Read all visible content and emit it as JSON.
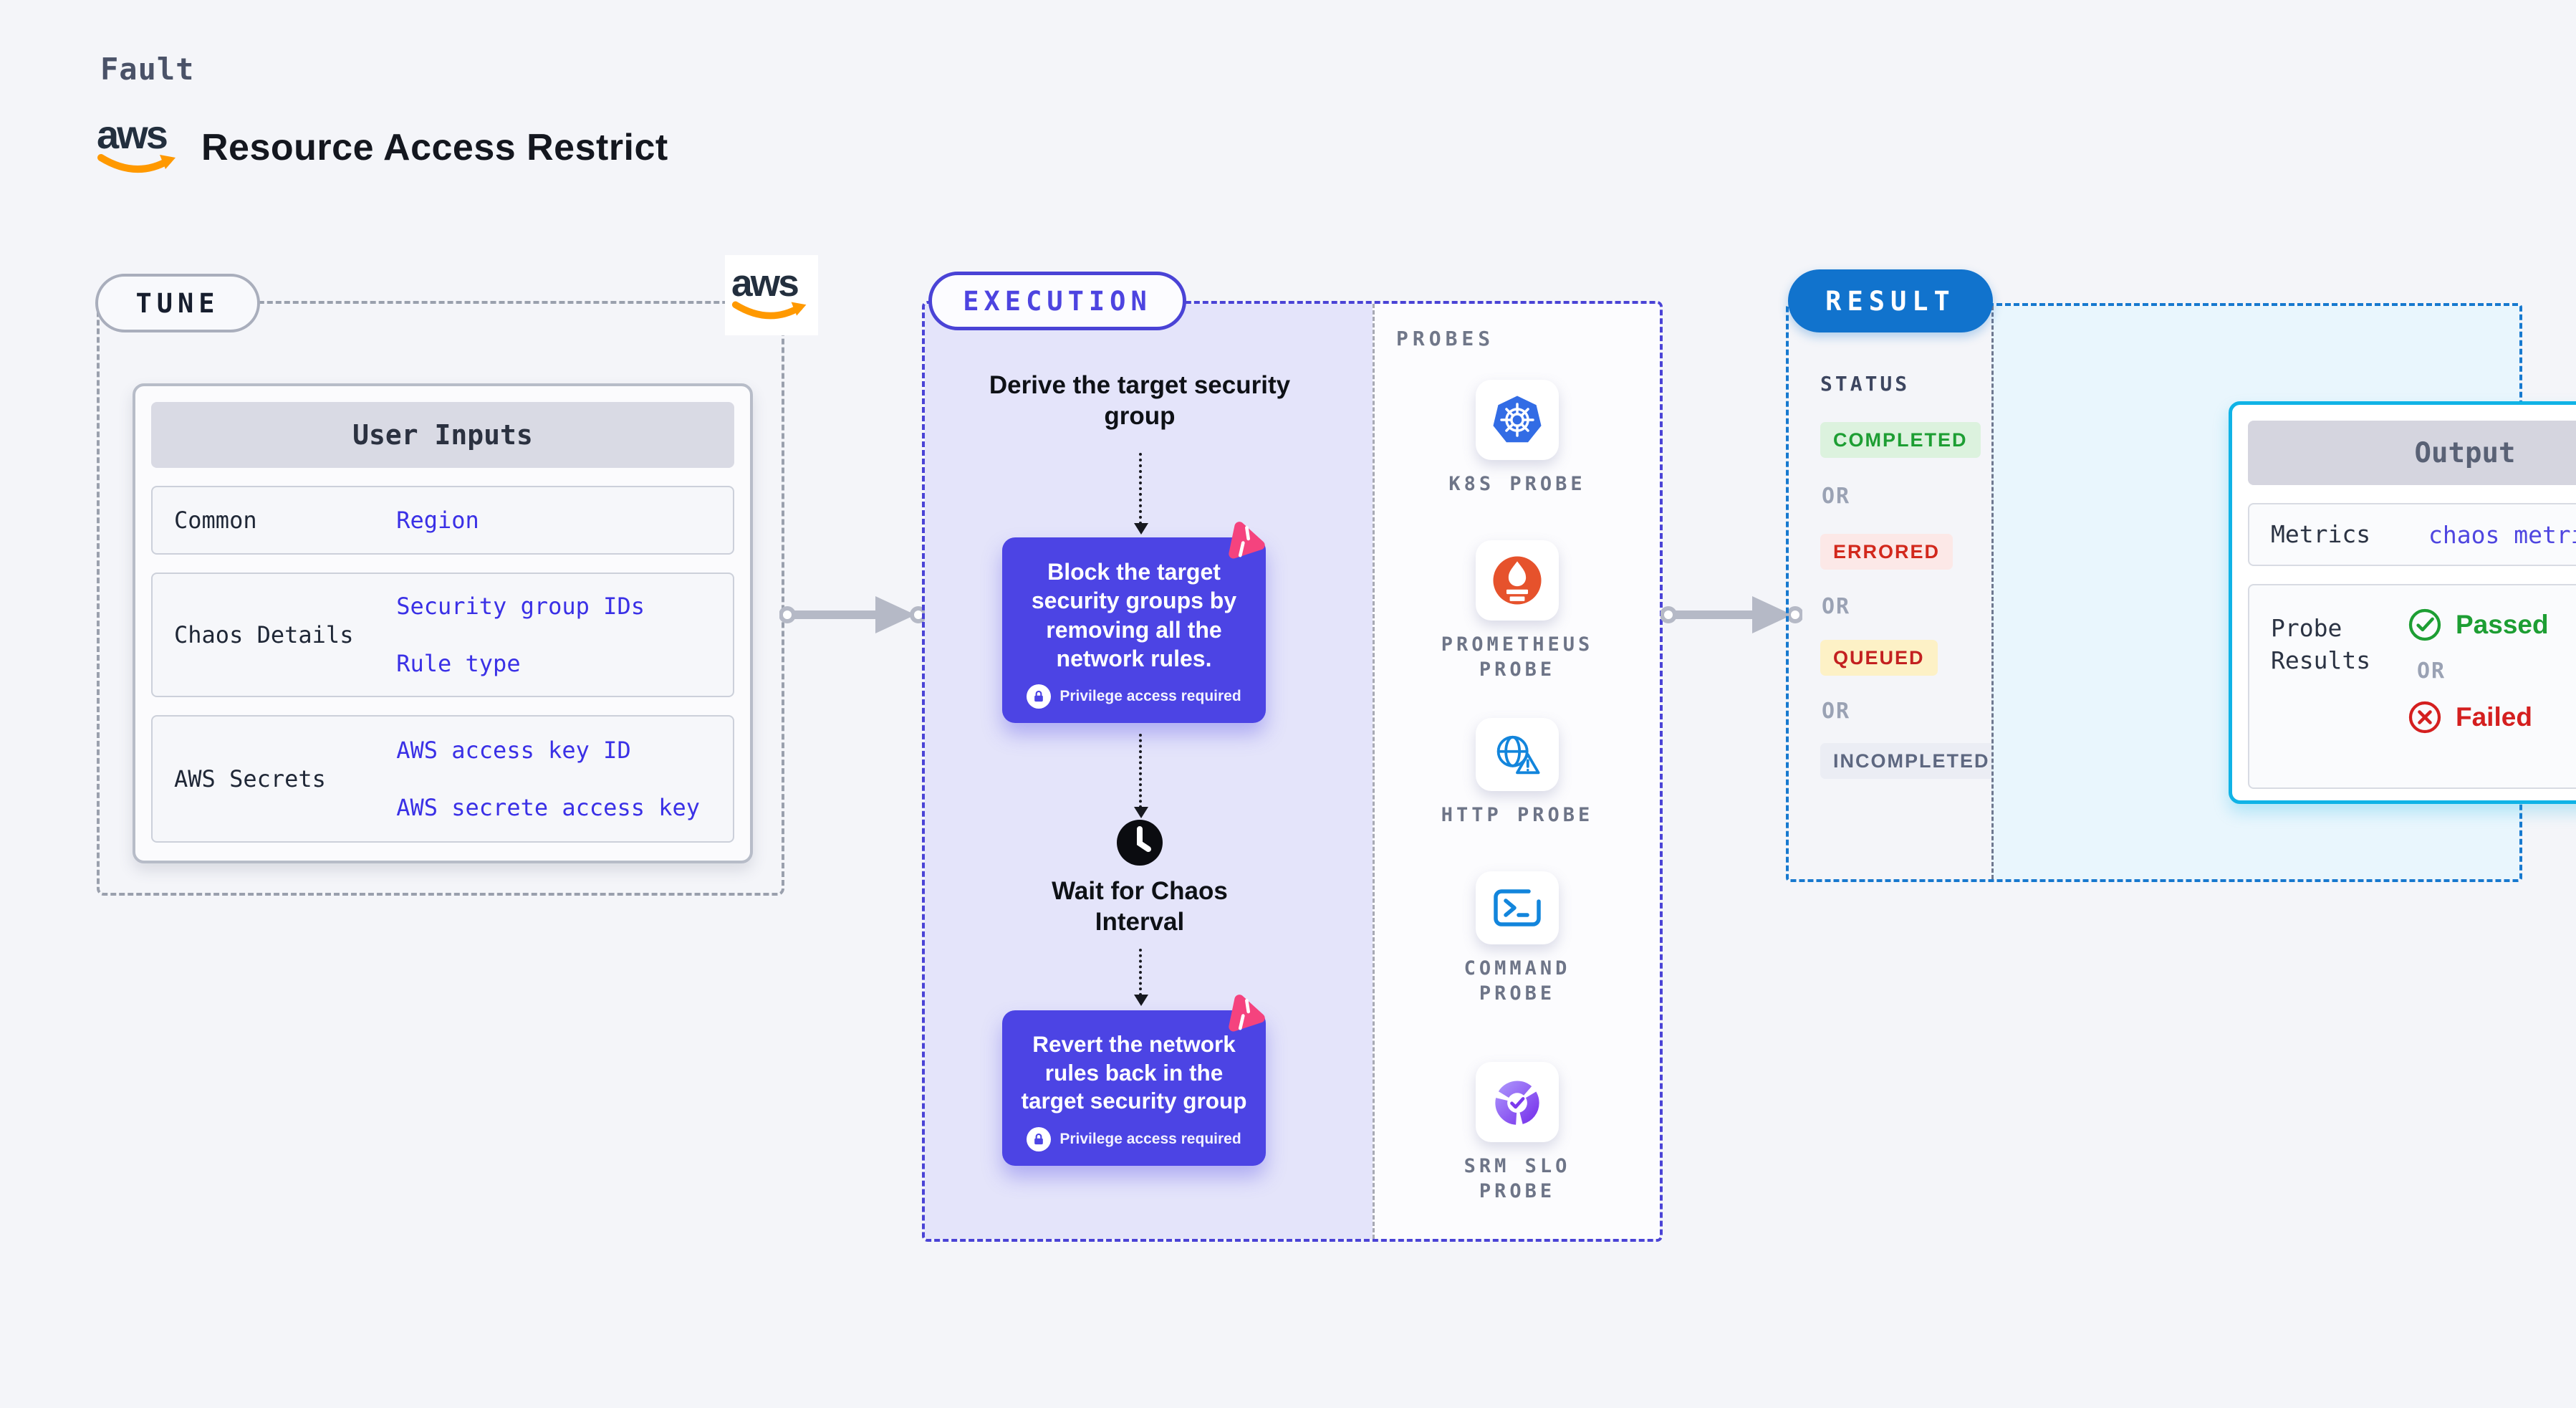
{
  "header": {
    "eyebrow": "Fault",
    "title": "Resource Access Restrict",
    "aws_wordmark": "aws"
  },
  "tune": {
    "badge": "TUNE",
    "aws_wordmark": "aws",
    "user_inputs": {
      "header": "User Inputs",
      "rows": [
        {
          "label": "Common",
          "values": [
            "Region"
          ]
        },
        {
          "label": "Chaos Details",
          "values": [
            "Security group IDs",
            "Rule type"
          ]
        },
        {
          "label": "AWS Secrets",
          "values": [
            "AWS access key ID",
            "AWS secrete access key"
          ]
        }
      ]
    }
  },
  "execution": {
    "badge": "EXECUTION",
    "derive_step": "Derive the target security group",
    "block_step": {
      "text": "Block the target security groups by removing all the network rules.",
      "privilege": "Privilege access required"
    },
    "wait_step": "Wait for Chaos Interval",
    "revert_step": {
      "text": "Revert the network rules back in the target security group",
      "privilege": "Privilege access required"
    }
  },
  "probes": {
    "heading": "PROBES",
    "items": [
      {
        "label": "K8S PROBE",
        "icon": "kubernetes-icon"
      },
      {
        "label": "PROMETHEUS PROBE",
        "icon": "prometheus-icon"
      },
      {
        "label": "HTTP PROBE",
        "icon": "globe-alert-icon"
      },
      {
        "label": "COMMAND PROBE",
        "icon": "terminal-icon"
      },
      {
        "label": "SRM SLO PROBE",
        "icon": "slo-donut-icon"
      }
    ]
  },
  "result": {
    "badge": "RESULT",
    "status_heading": "STATUS",
    "or_label": "OR",
    "statuses": [
      {
        "label": "COMPLETED",
        "fg": "#1d9e33",
        "bg": "#dcf2de"
      },
      {
        "label": "ERRORED",
        "fg": "#d2281c",
        "bg": "#fce8e7"
      },
      {
        "label": "QUEUED",
        "fg": "#c32020",
        "bg": "#fdf1c6"
      },
      {
        "label": "INCOMPLETED",
        "fg": "#5d6780",
        "bg": "#ebedf4"
      }
    ],
    "output": {
      "header": "Output",
      "metrics_label": "Metrics",
      "metrics_value": "chaos metrics",
      "probe_results_label": "Probe Results",
      "passed_label": "Passed",
      "or_label": "OR",
      "failed_label": "Failed"
    }
  },
  "colors": {
    "page_bg": "#f4f5f9",
    "indigo_accent": "#4c44e4",
    "execution_border": "#4a43d6",
    "lavender_bg": "#e4e4fa",
    "result_blue": "#1173cd",
    "result_border": "#1779cf",
    "output_border": "#10b3e6",
    "value_blue": "#3a30e6",
    "passed_green": "#1d9e33",
    "failed_red": "#d41f1f",
    "aws_orange": "#ff9900",
    "chaos_pink": "#f5437e"
  }
}
